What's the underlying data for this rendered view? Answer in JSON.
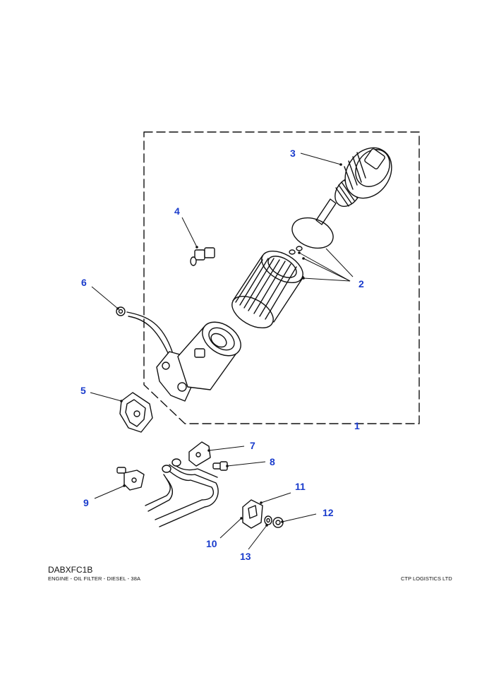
{
  "callouts": [
    {
      "id": "1",
      "label": "1"
    },
    {
      "id": "2",
      "label": "2"
    },
    {
      "id": "3",
      "label": "3"
    },
    {
      "id": "4",
      "label": "4"
    },
    {
      "id": "5",
      "label": "5"
    },
    {
      "id": "6",
      "label": "6"
    },
    {
      "id": "7",
      "label": "7"
    },
    {
      "id": "8",
      "label": "8"
    },
    {
      "id": "9",
      "label": "9"
    },
    {
      "id": "10",
      "label": "10"
    },
    {
      "id": "11",
      "label": "11"
    },
    {
      "id": "12",
      "label": "12"
    },
    {
      "id": "13",
      "label": "13"
    }
  ],
  "footer": {
    "code": "DABXFC1B",
    "description": "ENGINE - OIL FILTER - DIESEL - 38A",
    "company": "CTP LOGISTICS LTD"
  },
  "colors": {
    "callout": "#1a3ccc",
    "line": "#111111",
    "background": "#ffffff"
  }
}
